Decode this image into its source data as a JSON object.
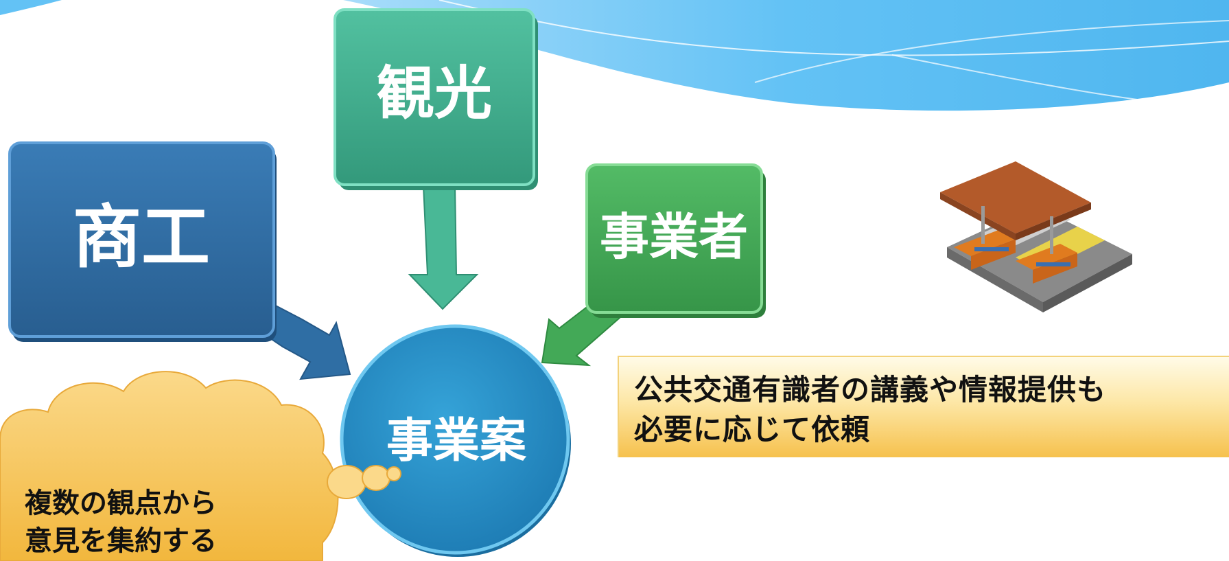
{
  "boxes": {
    "kanko": "観光",
    "shoko": "商工",
    "jigyosha": "事業者"
  },
  "center": {
    "label": "事業案"
  },
  "note": {
    "line1": "公共交通有識者の講義や情報提供も",
    "line2": "必要に応じて依頼"
  },
  "cloud": {
    "line1": "複数の観点から",
    "line2": "意見を集約する"
  },
  "colors": {
    "header_wave": "#5bbcf2",
    "kanko_box": "#3fae8e",
    "shoko_box": "#2f6ea4",
    "jigyosha_box": "#43a957",
    "center_circle": "#2a8fc6",
    "note_gradient_end": "#f6c14d",
    "cloud": "#f6c150"
  },
  "icons": {
    "train_station": "train-station-illustration"
  }
}
